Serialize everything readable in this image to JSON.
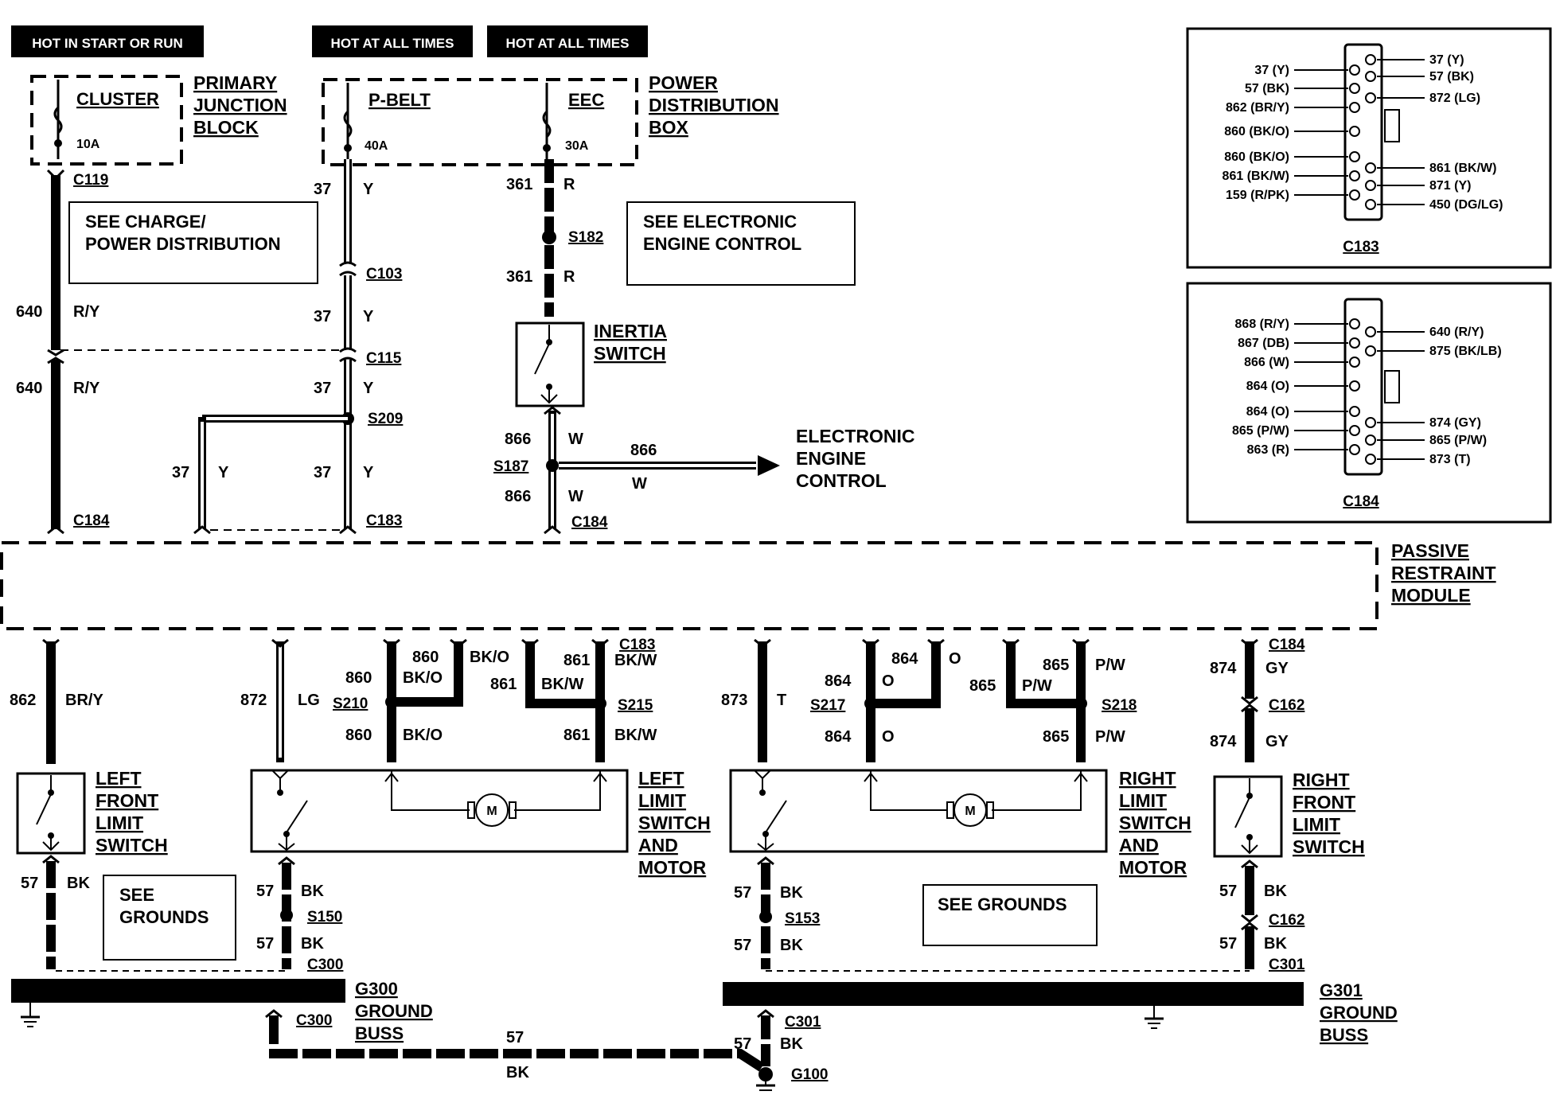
{
  "headers": {
    "hot_start_run": "HOT IN START OR RUN",
    "hot_all_times_1": "HOT AT ALL TIMES",
    "hot_all_times_2": "HOT AT ALL TIMES"
  },
  "fuse_blocks": {
    "primary": {
      "label_1": "PRIMARY",
      "label_2": "JUNCTION",
      "label_3": "BLOCK",
      "fuse_name": "CLUSTER",
      "fuse_rating": "10A"
    },
    "power_dist": {
      "label_1": "POWER",
      "label_2": "DISTRIBUTION",
      "label_3": "BOX",
      "fuse1_name": "P-BELT",
      "fuse1_rating": "40A",
      "fuse2_name": "EEC",
      "fuse2_rating": "30A"
    }
  },
  "notes": {
    "charge_1": "SEE CHARGE/",
    "charge_2": "POWER DISTRIBUTION",
    "eec_1": "SEE ELECTRONIC",
    "eec_2": "ENGINE CONTROL",
    "grounds_left_1": "SEE",
    "grounds_left_2": "GROUNDS",
    "grounds_right": "SEE GROUNDS"
  },
  "connectors": {
    "c119": "C119",
    "c103": "C103",
    "c115": "C115",
    "c184_a": "C184",
    "c183_a": "C183",
    "c184_b": "C184",
    "c183_b": "C183",
    "c184_c": "C184",
    "c162_a": "C162",
    "c162_b": "C162",
    "c300_a": "C300",
    "c300_b": "C300",
    "c301_a": "C301",
    "c301_b": "C301"
  },
  "splices": {
    "s182": "S182",
    "s209": "S209",
    "s187": "S187",
    "s210": "S210",
    "s215": "S215",
    "s217": "S217",
    "s218": "S218",
    "s150": "S150",
    "s153": "S153"
  },
  "components": {
    "inertia_1": "INERTIA",
    "inertia_2": "SWITCH",
    "eec_out_1": "ELECTRONIC",
    "eec_out_2": "ENGINE",
    "eec_out_3": "CONTROL",
    "prm_1": "PASSIVE",
    "prm_2": "RESTRAINT",
    "prm_3": "MODULE",
    "lfls_1": "LEFT",
    "lfls_2": "FRONT",
    "lfls_3": "LIMIT",
    "lfls_4": "SWITCH",
    "llsm_1": "LEFT",
    "llsm_2": "LIMIT",
    "llsm_3": "SWITCH",
    "llsm_4": "AND",
    "llsm_5": "MOTOR",
    "rlsm_1": "RIGHT",
    "rlsm_2": "LIMIT",
    "rlsm_3": "SWITCH",
    "rlsm_4": "AND",
    "rlsm_5": "MOTOR",
    "rfls_1": "RIGHT",
    "rfls_2": "FRONT",
    "rfls_3": "LIMIT",
    "rfls_4": "SWITCH",
    "motor": "M",
    "g300_1": "G300",
    "g300_2": "GROUND",
    "g300_3": "BUSS",
    "g301_1": "G301",
    "g301_2": "GROUND",
    "g301_3": "BUSS",
    "g100": "G100"
  },
  "wires": {
    "w640a_num": "640",
    "w640a_col": "R/Y",
    "w640b_num": "640",
    "w640b_col": "R/Y",
    "w37a_num": "37",
    "w37a_col": "Y",
    "w37b_num": "37",
    "w37b_col": "Y",
    "w37c_num": "37",
    "w37c_col": "Y",
    "w37d_num": "37",
    "w37d_col": "Y",
    "w37e_num": "37",
    "w37e_col": "Y",
    "w361a_num": "361",
    "w361a_col": "R",
    "w361b_num": "361",
    "w361b_col": "R",
    "w866a_num": "866",
    "w866a_col": "W",
    "w866b_num": "866",
    "w866b_col": "W",
    "w866c_num": "866",
    "w866c_col": "W",
    "w862_num": "862",
    "w862_col": "BR/Y",
    "w872_num": "872",
    "w872_col": "LG",
    "w860a_num": "860",
    "w860a_col": "BK/O",
    "w860b_num": "860",
    "w860b_col": "BK/O",
    "w860c_num": "860",
    "w860c_col": "BK/O",
    "w861a_num": "861",
    "w861a_col": "BK/W",
    "w861b_num": "861",
    "w861b_col": "BK/W",
    "w861c_num": "861",
    "w861c_col": "BK/W",
    "w873_num": "873",
    "w873_col": "T",
    "w864a_num": "864",
    "w864a_col": "O",
    "w864b_num": "864",
    "w864b_col": "O",
    "w864c_num": "864",
    "w864c_col": "O",
    "w865a_num": "865",
    "w865a_col": "P/W",
    "w865b_num": "865",
    "w865b_col": "P/W",
    "w865c_num": "865",
    "w865c_col": "P/W",
    "w874a_num": "874",
    "w874a_col": "GY",
    "w874b_num": "874",
    "w874b_col": "GY",
    "w57a_num": "57",
    "w57a_col": "BK",
    "w57b_num": "57",
    "w57b_col": "BK",
    "w57c_num": "57",
    "w57c_col": "BK",
    "w57d_num": "57",
    "w57d_col": "BK",
    "w57e_num": "57",
    "w57e_col": "BK",
    "w57f_num": "57",
    "w57f_col": "BK",
    "w57g_num": "57",
    "w57g_col": "BK",
    "w57h_num": "57",
    "w57h_col": "BK",
    "w57i_num": "57",
    "w57i_col": "BK"
  },
  "c183_view": {
    "title": "C183",
    "left": [
      "37 (Y)",
      "57 (BK)",
      "862 (BR/Y)",
      "860 (BK/O)",
      "860 (BK/O)",
      "861 (BK/W)",
      "159 (R/PK)"
    ],
    "right": [
      "37 (Y)",
      "57 (BK)",
      "872 (LG)",
      "861 (BK/W)",
      "871 (Y)",
      "450 (DG/LG)"
    ]
  },
  "c184_view": {
    "title": "C184",
    "left": [
      "868 (R/Y)",
      "867 (DB)",
      "866 (W)",
      "864 (O)",
      "864 (O)",
      "865 (P/W)",
      "863 (R)"
    ],
    "right": [
      "640 (R/Y)",
      "875 (BK/LB)",
      "874 (GY)",
      "865 (P/W)",
      "873 (T)"
    ]
  }
}
